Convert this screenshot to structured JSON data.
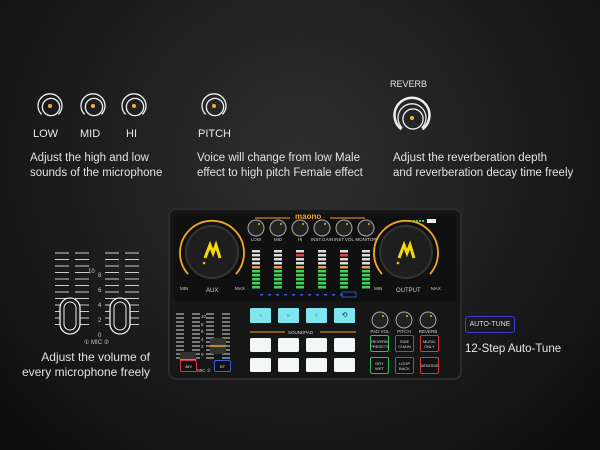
{
  "eq": {
    "labels": [
      "LOW",
      "MID",
      "HI"
    ],
    "description": [
      "Adjust the high and low",
      "sounds of the microphone"
    ]
  },
  "pitch": {
    "label": "PITCH",
    "description": [
      "Voice will change from low Male",
      "effect to high pitch Female effect"
    ]
  },
  "reverb": {
    "label": "REVERB",
    "description": [
      "Adjust the reverberation depth",
      "and reverberation decay time freely"
    ]
  },
  "mic": {
    "scale": [
      "10",
      "8",
      "6",
      "4",
      "2",
      "0"
    ],
    "label": "① MIC ②",
    "description": [
      "Adjust the volume of",
      "every microphone freely"
    ]
  },
  "autotune": {
    "badge": "AUTO-TUNE",
    "description": "12-Step Auto-Tune"
  },
  "device": {
    "brand": "maono",
    "top_knobs": [
      "LOW",
      "MID",
      "HI",
      "INST.GAIN",
      "INST.VOL",
      "MONITOR"
    ],
    "aux": {
      "min": "MIN",
      "label": "AUX",
      "max": "MAX"
    },
    "output": {
      "min": "MIN",
      "label": "OUTPUT",
      "max": "MAX"
    },
    "pads": [
      "A",
      "B",
      "C",
      "⟲"
    ],
    "soundpad": "SOUNDPAD",
    "right_knobs": [
      "PAD VOL",
      "PITCH",
      "REVERB"
    ],
    "buttons": [
      "REVERB PRESETS",
      "SIDE CHAIN",
      "MUSIC ONLY",
      "DRY WET",
      "LOOP BACK",
      "DENOISE"
    ],
    "bottom_buttons": [
      "48V",
      "BT"
    ],
    "fader_scale": [
      "10",
      "8",
      "6",
      "4",
      "2",
      "0"
    ],
    "mic_label": "① MIC ②"
  },
  "colors": {
    "accent": "#f5a623",
    "knob_dot": "#f2b233",
    "pad_cyan": "#7fe6f0",
    "badge_border": "#3b3bd6"
  }
}
